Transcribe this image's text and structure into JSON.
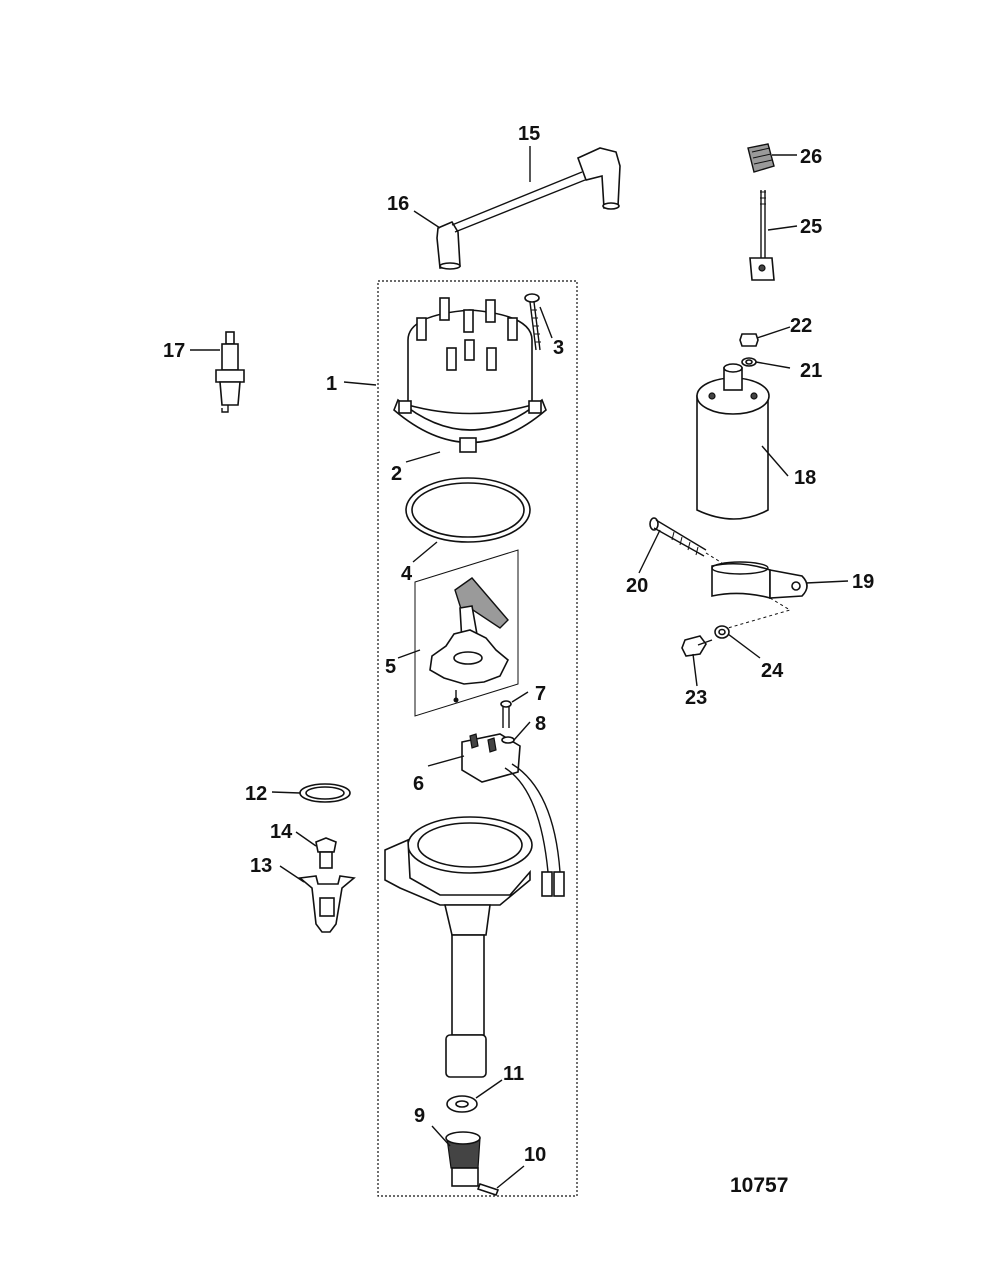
{
  "figure_number": "10757",
  "callouts": [
    {
      "id": "1",
      "label": "1"
    },
    {
      "id": "2",
      "label": "2"
    },
    {
      "id": "3",
      "label": "3"
    },
    {
      "id": "4",
      "label": "4"
    },
    {
      "id": "5",
      "label": "5"
    },
    {
      "id": "6",
      "label": "6"
    },
    {
      "id": "7",
      "label": "7"
    },
    {
      "id": "8",
      "label": "8"
    },
    {
      "id": "9",
      "label": "9"
    },
    {
      "id": "10",
      "label": "10"
    },
    {
      "id": "11",
      "label": "11"
    },
    {
      "id": "12",
      "label": "12"
    },
    {
      "id": "13",
      "label": "13"
    },
    {
      "id": "14",
      "label": "14"
    },
    {
      "id": "15",
      "label": "15"
    },
    {
      "id": "16",
      "label": "16"
    },
    {
      "id": "17",
      "label": "17"
    },
    {
      "id": "18",
      "label": "18"
    },
    {
      "id": "19",
      "label": "19"
    },
    {
      "id": "20",
      "label": "20"
    },
    {
      "id": "21",
      "label": "21"
    },
    {
      "id": "22",
      "label": "22"
    },
    {
      "id": "23",
      "label": "23"
    },
    {
      "id": "24",
      "label": "24"
    },
    {
      "id": "25",
      "label": "25"
    },
    {
      "id": "26",
      "label": "26"
    }
  ]
}
